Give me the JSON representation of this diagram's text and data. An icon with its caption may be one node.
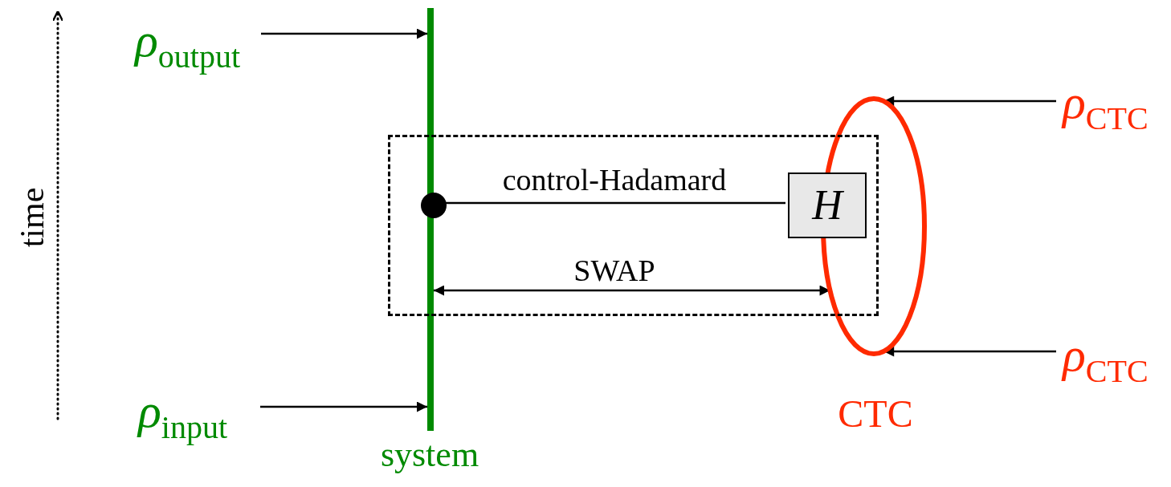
{
  "diagram": {
    "nodes": [
      {
        "text": [
          "*ρ*$_{output}$"
        ]
      },
      {
        "text": [
          "*ρ*$_{input}$"
        ]
      },
      {
        "text": [
          "system"
        ]
      },
      {
        "text": [],
        "shape": "box"
      },
      {
        "text": [],
        "shape": "circle",
        "in": 3
      },
      {
        "text": [
          "H"
        ],
        "in": 3
      },
      {
        "text": [
          "CTC"
        ]
      },
      {
        "text": [
          "*ρ*$_{CTC}$"
        ]
      },
      {
        "text": [
          "*ρ*$_{CTC}$"
        ]
      }
    ],
    "edges": [
      {
        "from": 0,
        "to": 2,
        "arrow": "to"
      },
      {
        "from": 1,
        "to": 2,
        "arrow": "to"
      },
      {
        "from": 4,
        "to": 5,
        "arrow": "none",
        "label": "control-Hadamard"
      },
      {
        "from": 2,
        "to": 6,
        "arrow": "both",
        "label": "SWAP"
      },
      {
        "from": 7,
        "to": 6,
        "arrow": "to"
      },
      {
        "from": 8,
        "to": 6,
        "arrow": "to"
      }
    ],
    "labels": [
      "time"
    ]
  }
}
